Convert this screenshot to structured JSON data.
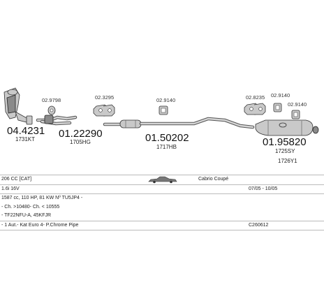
{
  "parts": {
    "cat": {
      "pn": "04.4231",
      "code": "1731KT"
    },
    "clamp1": {
      "pn": "02.9798"
    },
    "front_pipe": {
      "pn": "01.22290",
      "code": "1705HG"
    },
    "clamp2": {
      "pn": "02.3295"
    },
    "hanger1": {
      "pn": "02.9140"
    },
    "middle": {
      "pn": "01.50202",
      "code": "1717HB"
    },
    "clamp3": {
      "pn": "02.8235"
    },
    "hanger2": {
      "pn": "02.9140"
    },
    "hanger3": {
      "pn": "02.9140"
    },
    "rear": {
      "pn": "01.95820",
      "code1": "1725SY",
      "code2": "1726Y1"
    }
  },
  "info": {
    "model": "206 CC [CAT]",
    "body": "Cabrio Coupé",
    "engine": "1.6i 16V",
    "dates": "07/05 - 10/05",
    "spec1": "1587 cc, 110 HP, 81 KW Nº TU5JP4 -",
    "spec2": "- Ch. >10480- Ch. < 10555",
    "spec3": "- TF22NFU-A, 45KFJR",
    "note": "- 1 Aut.- Kat Euro 4- P.Chrome Pipe",
    "ref": "C260612"
  }
}
